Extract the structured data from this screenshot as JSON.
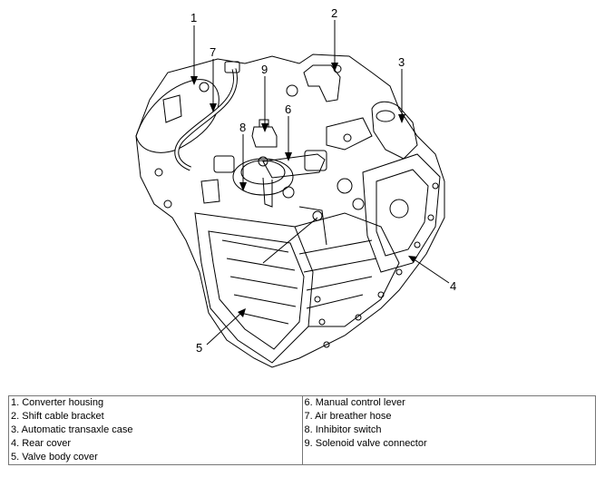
{
  "callouts": [
    {
      "id": "1",
      "label": "1"
    },
    {
      "id": "2",
      "label": "2"
    },
    {
      "id": "3",
      "label": "3"
    },
    {
      "id": "4",
      "label": "4"
    },
    {
      "id": "5",
      "label": "5"
    },
    {
      "id": "6",
      "label": "6"
    },
    {
      "id": "7",
      "label": "7"
    },
    {
      "id": "8",
      "label": "8"
    },
    {
      "id": "9",
      "label": "9"
    }
  ],
  "legend": {
    "left": [
      "1. Converter housing",
      "2. Shift cable bracket",
      "3. Automatic transaxle case",
      "4. Rear cover",
      "5. Valve body cover"
    ],
    "right": [
      "6. Manual control lever",
      "7. Air breather hose",
      "8. Inhibitor switch",
      "9. Solenoid valve connector",
      ""
    ]
  }
}
